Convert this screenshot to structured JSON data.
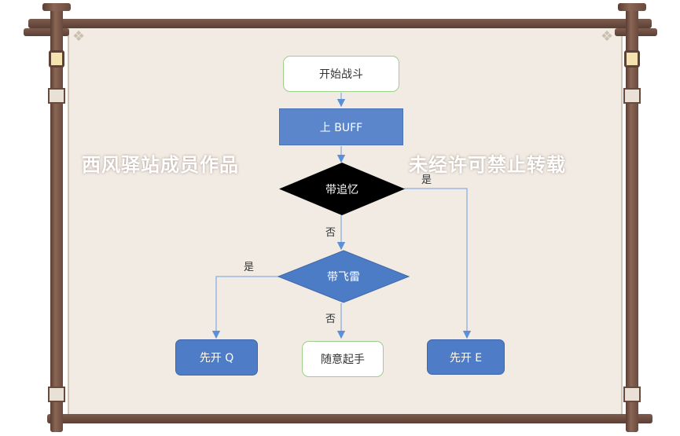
{
  "nodes": {
    "start": "开始战斗",
    "buff": "上 BUFF",
    "recall": "带追忆",
    "thunder": "带飞雷",
    "q_first": "先开 Q",
    "free": "随意起手",
    "e_first": "先开 E"
  },
  "edge_labels": {
    "recall_yes": "是",
    "recall_no": "否",
    "thunder_yes": "是",
    "thunder_no": "否"
  },
  "watermark": {
    "left": "西风驿站成员作品",
    "right": "未经许可禁止转载"
  },
  "colors": {
    "board": "#f1ebe3",
    "frame_wood": "#6a4a3d",
    "blue_fill": "#5b86cc",
    "green_border": "#9bcf8a",
    "decision_black": "#000000",
    "decision_blue": "#4d7cc7",
    "arrow": "#5b8fd6"
  }
}
